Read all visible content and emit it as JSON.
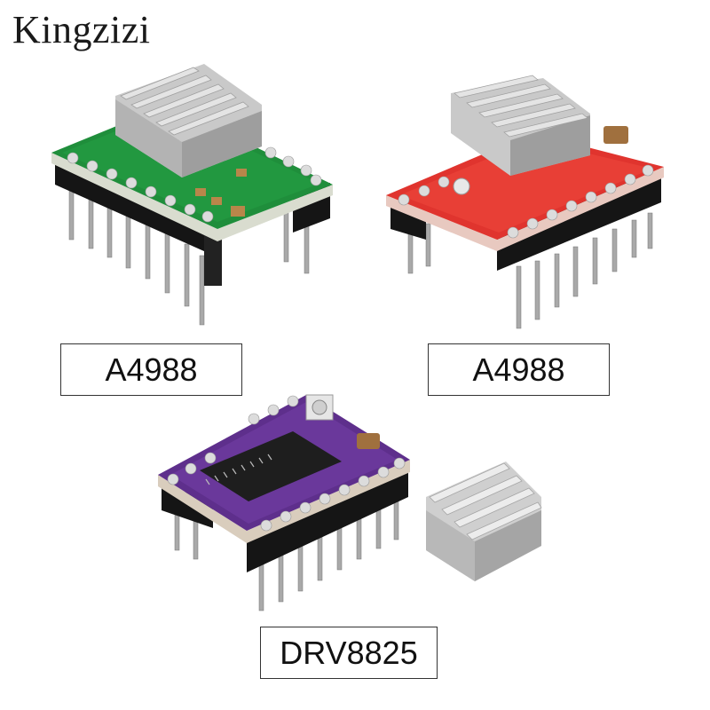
{
  "brand": "Kingzizi",
  "products": [
    {
      "label": "A4988",
      "board_color": "#1e8a3a"
    },
    {
      "label": "A4988",
      "board_color": "#d8302c"
    },
    {
      "label": "DRV8825",
      "board_color": "#5c2f8a"
    }
  ]
}
